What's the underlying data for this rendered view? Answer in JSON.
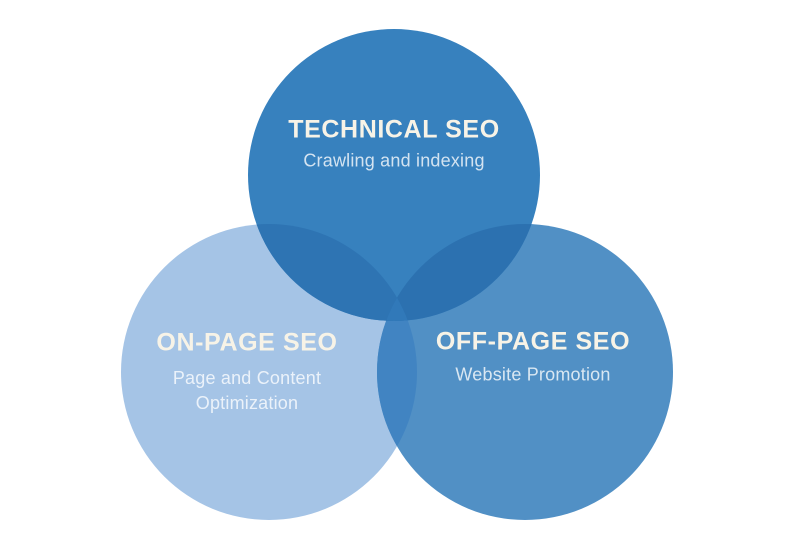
{
  "diagram": {
    "type": "venn-3-circle",
    "topic": "SEO types",
    "background_color": "#ffffff",
    "circles": [
      {
        "id": "technical",
        "title": "TECHNICAL SEO",
        "subtitle_lines": [
          "Crawling and indexing"
        ],
        "color": "#3781BE"
      },
      {
        "id": "onpage",
        "title": "ON-PAGE SEO",
        "subtitle_lines": [
          "Page and Content",
          "Optimization"
        ],
        "color": "#A5C4E6"
      },
      {
        "id": "offpage",
        "title": "OFF-PAGE SEO",
        "subtitle_lines": [
          "Website Promotion"
        ],
        "color": "#5190C5"
      }
    ],
    "overlap_colors": {
      "technical_onpage": "#2E74B3",
      "technical_offpage": "#2C71B0",
      "onpage_offpage": "#4184C2",
      "center": "#3179B9"
    },
    "text_colors": {
      "title": "#F7F3E7",
      "subtitle": "rgba(255,255,255,0.78)"
    }
  }
}
